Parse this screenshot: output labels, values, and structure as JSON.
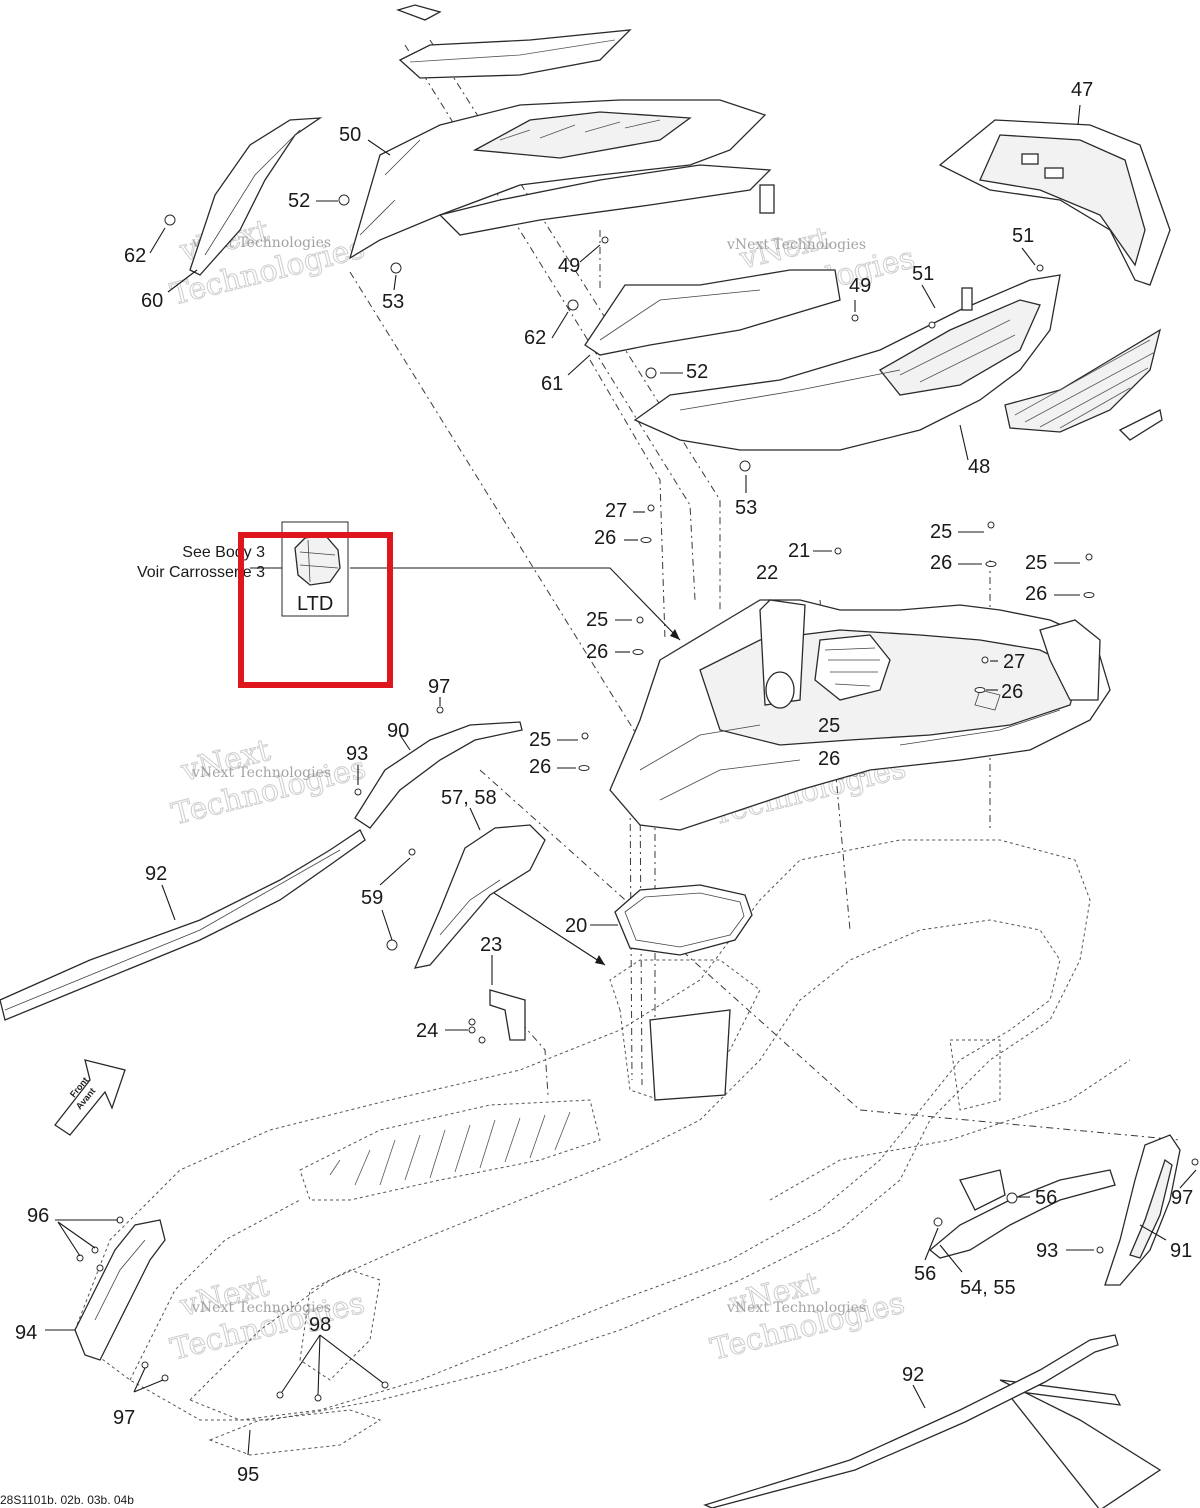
{
  "callouts": {
    "c50": "50",
    "c47": "47",
    "c52a": "52",
    "c62a": "62",
    "c60": "60",
    "c53a": "53",
    "c49a": "49",
    "c51a": "51",
    "c51b": "51",
    "c49b": "49",
    "c62b": "62",
    "c61": "61",
    "c52b": "52",
    "c48": "48",
    "c53b": "53",
    "c27a": "27",
    "c26a": "26",
    "c21": "21",
    "c25a": "25",
    "c26b": "26",
    "c25b": "25",
    "c26c": "26",
    "c22": "22",
    "c25c": "25",
    "c26d": "26",
    "c27b": "27",
    "c26e": "26",
    "c97a": "97",
    "c90": "90",
    "c93a": "93",
    "c25d": "25",
    "c26f": "26",
    "c25e": "25",
    "c26g": "26",
    "c5758": "57, 58",
    "c92a": "92",
    "c59": "59",
    "c20": "20",
    "c23": "23",
    "c24": "24",
    "c56a": "56",
    "c97b": "97",
    "c96": "96",
    "c93b": "93",
    "c91": "91",
    "c56b": "56",
    "c5455": "54, 55",
    "c94": "94",
    "c98": "98",
    "c92b": "92",
    "c97c": "97",
    "c95": "95"
  },
  "reference": {
    "see_line1": "See Body 3",
    "see_line2": "Voir Carrosserie 3",
    "ltd_label": "LTD"
  },
  "watermark": {
    "company": "vNext Technologies",
    "big_line1": "vNext",
    "big_line2": "Technologies"
  },
  "front_badge": {
    "line1": "Front",
    "line2": "Avant"
  },
  "drawing_code": "28S1101b. 02b. 03b. 04b",
  "colors": {
    "highlight": "#e0161e",
    "ink": "#1a1a1a",
    "watermark": "#bdbdbd"
  }
}
